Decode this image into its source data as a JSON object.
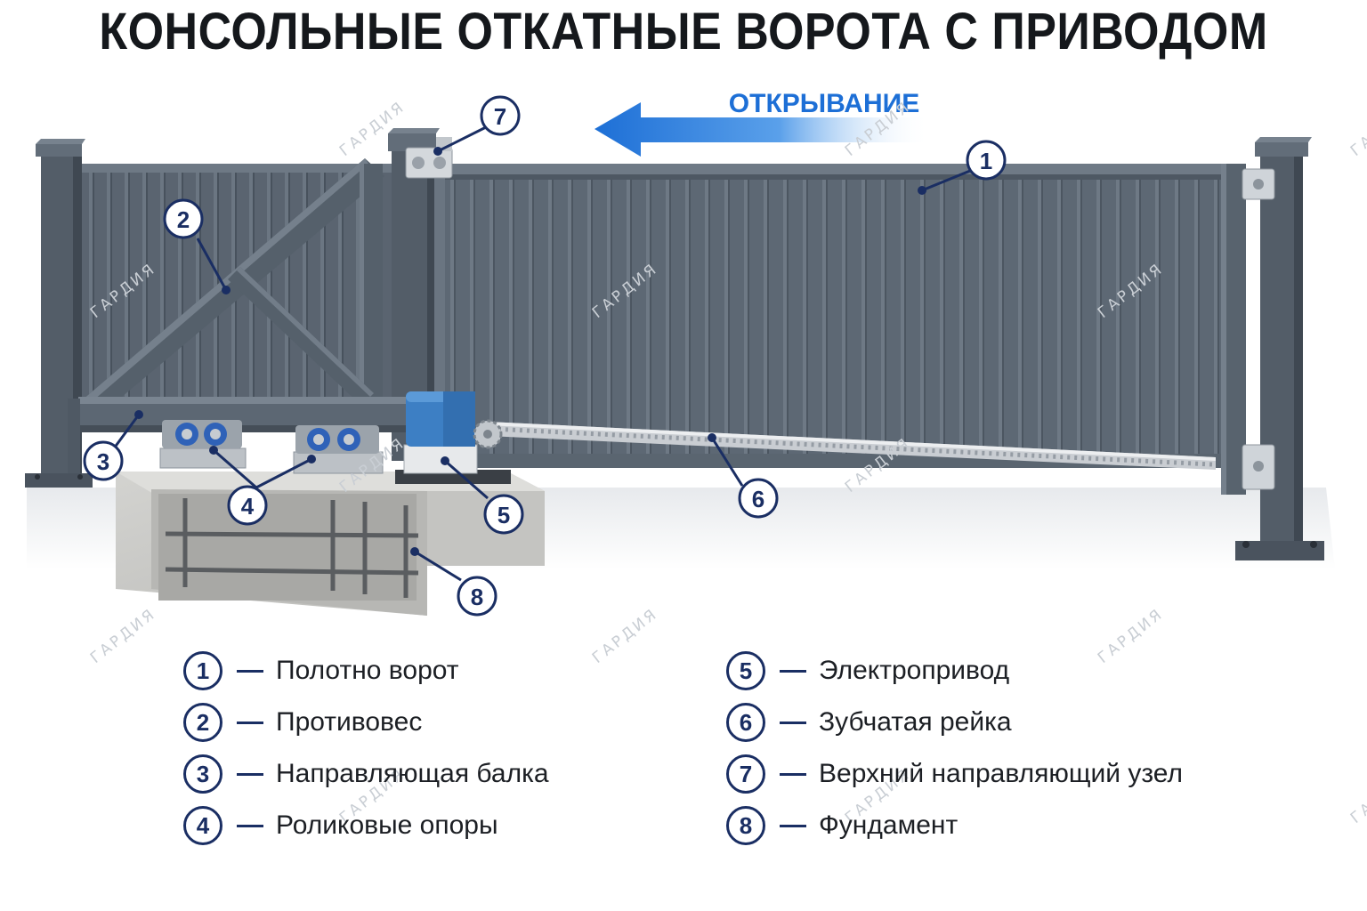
{
  "title": "КОНСОЛЬНЫЕ ОТКАТНЫЕ ВОРОТА С ПРИВОДОМ",
  "direction_label": "ОТКРЫВАНИЕ",
  "watermark": "ГАРДИЯ",
  "callouts": [
    "1",
    "2",
    "3",
    "4",
    "5",
    "6",
    "7",
    "8"
  ],
  "legend": [
    {
      "num": "1",
      "label": "Полотно ворот"
    },
    {
      "num": "2",
      "label": "Противовес"
    },
    {
      "num": "3",
      "label": "Направляющая балка"
    },
    {
      "num": "4",
      "label": "Роликовые опоры"
    },
    {
      "num": "5",
      "label": "Электропривод"
    },
    {
      "num": "6",
      "label": "Зубчатая рейка"
    },
    {
      "num": "7",
      "label": "Верхний направляющий узел"
    },
    {
      "num": "8",
      "label": "Фундамент"
    }
  ],
  "colors": {
    "panel": "#5f6a76",
    "post": "#535d68",
    "accent_blue": "#1d6fd6",
    "callout_navy": "#1a2e63",
    "concrete": "#c8c8c6",
    "motor_blue": "#3d7fc4",
    "rack": "#c9cdd2"
  }
}
